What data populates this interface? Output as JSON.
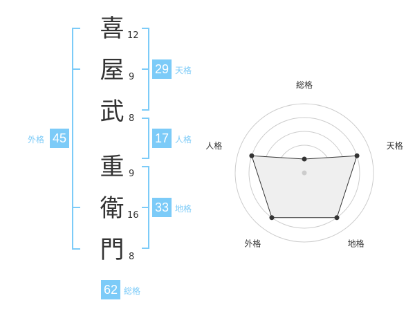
{
  "name": {
    "chars": [
      {
        "char": "喜",
        "strokes": "12"
      },
      {
        "char": "屋",
        "strokes": "9"
      },
      {
        "char": "武",
        "strokes": "8"
      },
      {
        "char": "重",
        "strokes": "9"
      },
      {
        "char": "衛",
        "strokes": "16"
      },
      {
        "char": "門",
        "strokes": "8"
      }
    ]
  },
  "kaku": {
    "tenkaku": {
      "value": "29",
      "label": "天格"
    },
    "jinkaku": {
      "value": "17",
      "label": "人格"
    },
    "chikaku": {
      "value": "33",
      "label": "地格"
    },
    "gaikaku": {
      "value": "45",
      "label": "外格"
    },
    "soukaku": {
      "value": "62",
      "label": "総格"
    }
  },
  "colors": {
    "accent": "#7ccbf8"
  },
  "chart_data": {
    "type": "radar",
    "axes": [
      "総格",
      "天格",
      "地格",
      "外格",
      "人格"
    ],
    "values": [
      1,
      4,
      4,
      4,
      4
    ],
    "range": [
      0,
      5
    ],
    "rings": 5
  }
}
